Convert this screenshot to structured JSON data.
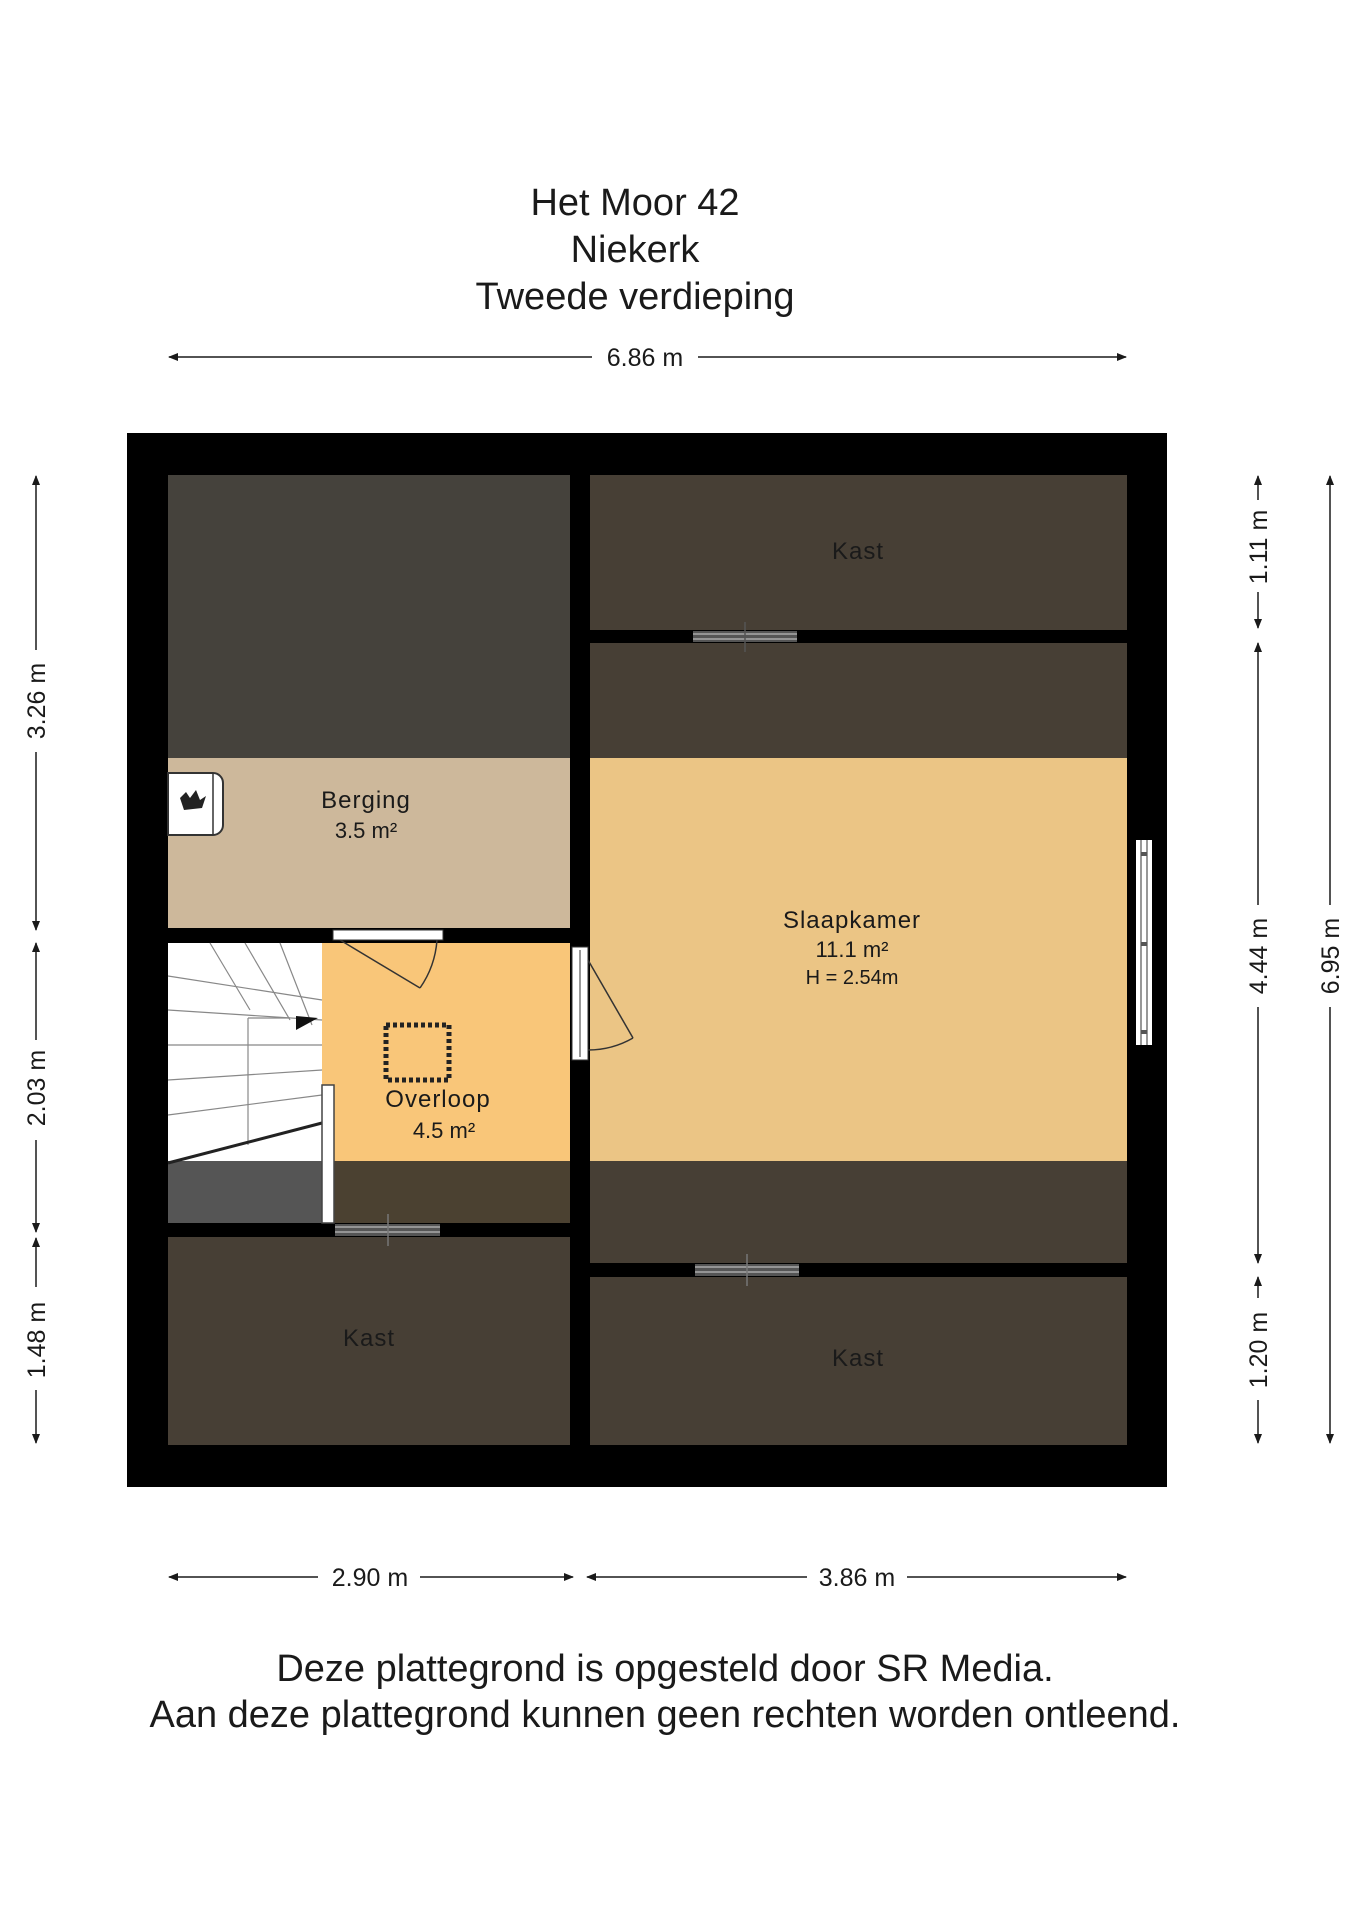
{
  "header": {
    "line1": "Het Moor 42",
    "line2": "Niekerk",
    "line3": "Tweede verdieping"
  },
  "dimensions": {
    "top_total": "6.86 m",
    "bottom_left": "2.90 m",
    "bottom_right": "3.86 m",
    "left_top": "3.26 m",
    "left_mid": "2.03 m",
    "left_bottom": "1.48 m",
    "right_inner_top": "1.11 m",
    "right_inner_mid": "4.44 m",
    "right_inner_bottom": "1.20 m",
    "right_total": "6.95 m"
  },
  "rooms": {
    "kast_top": "Kast",
    "berging_name": "Berging",
    "berging_area": "3.5 m²",
    "slaapkamer_name": "Slaapkamer",
    "slaapkamer_area": "11.1 m²",
    "slaapkamer_height": "H = 2.54m",
    "overloop_name": "Overloop",
    "overloop_area": "4.5 m²",
    "kast_bottom_left": "Kast",
    "kast_bottom_right": "Kast"
  },
  "footer": {
    "line1": "Deze plattegrond is opgesteld door SR Media.",
    "line2": "Aan deze plattegrond kunnen geen rechten worden ontleend."
  },
  "colors": {
    "wall": "#000000",
    "kast": "#473f35",
    "dark_attic": "#45423c",
    "berging": "#cdb89b",
    "slaapkamer": "#ebc585",
    "overloop": "#f9c679",
    "stairs": "#ffffff"
  }
}
